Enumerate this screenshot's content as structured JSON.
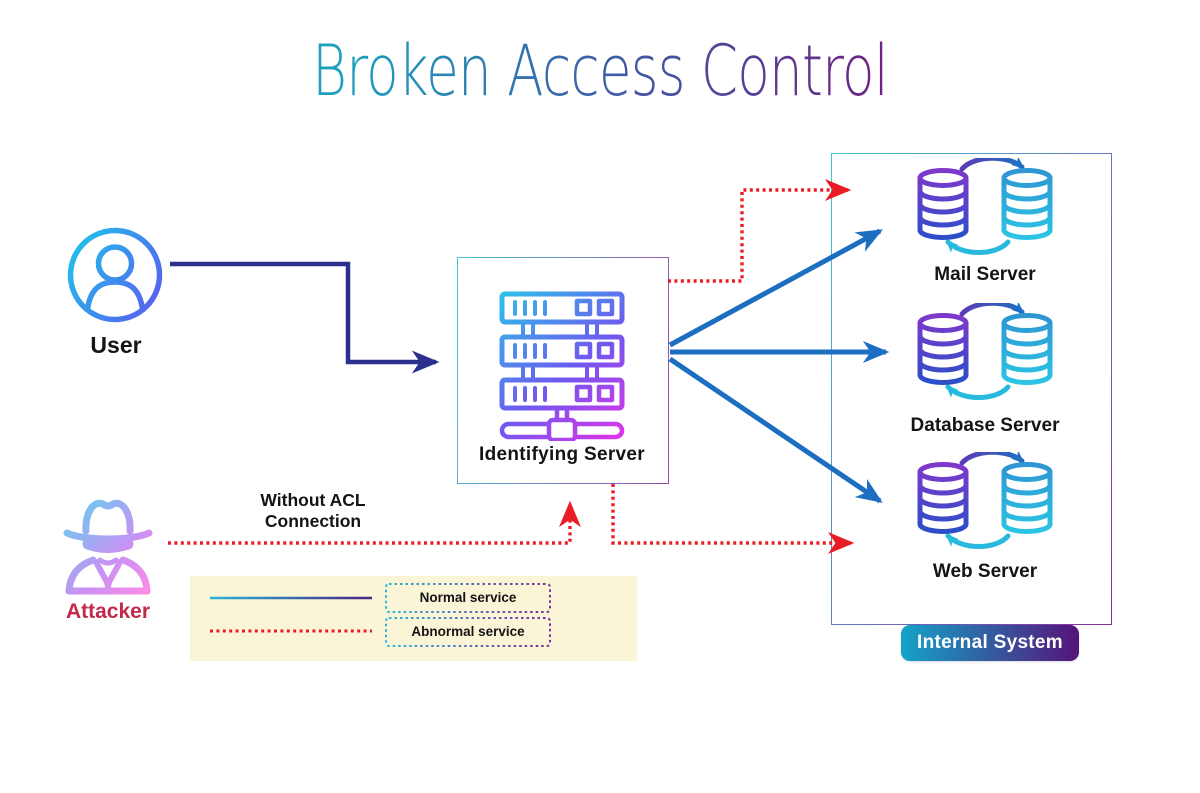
{
  "title": "Broken Access Control",
  "nodes": {
    "user": {
      "label": "User"
    },
    "attacker": {
      "label": "Attacker"
    },
    "identifying_server": {
      "label": "Identifying  Server"
    },
    "internal_system": {
      "label": "Internal System",
      "servers": [
        {
          "label": "Mail Server"
        },
        {
          "label": "Database Server"
        },
        {
          "label": "Web Server"
        }
      ]
    }
  },
  "annotations": {
    "without_acl_line1": "Without ACL",
    "without_acl_line2": "Connection"
  },
  "legend": {
    "normal_label": "Normal service",
    "abnormal_label": "Abnormal service"
  },
  "colors": {
    "normal_service_line": "#2c2f8e",
    "internal_route_line": "#1c6fc0",
    "abnormal_service_line": "#ea1d25",
    "attacker_label": "#c2294a",
    "legend_background": "#fbf5d8",
    "badge_gradient": [
      "#14a3c8",
      "#551478"
    ],
    "title_gradient": [
      "#1ba0bd",
      "#3f5ba6",
      "#6d2583"
    ],
    "icon_gradient_cyan": "#2ac4e8",
    "icon_gradient_magenta": "#e531e9"
  }
}
